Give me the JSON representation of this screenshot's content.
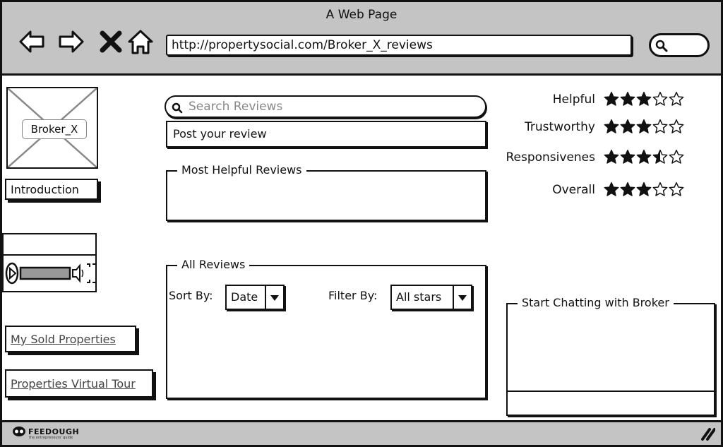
{
  "window": {
    "title": "A Web Page"
  },
  "browser": {
    "url": "http://propertysocial.com/Broker_X_reviews",
    "nav_icons": [
      "back-arrow-icon",
      "forward-arrow-icon",
      "close-x-icon",
      "home-icon"
    ]
  },
  "profile": {
    "image_label": "Broker_X",
    "introduction_label": "Introduction",
    "links": [
      {
        "label": "My Sold Properties"
      },
      {
        "label": "Properties Virtual Tour"
      }
    ]
  },
  "reviews": {
    "search_placeholder": "Search Reviews",
    "post_label": "Post your review",
    "most_helpful_title": "Most Helpful Reviews",
    "all_title": "All Reviews",
    "sort_label": "Sort By:",
    "sort_value": "Date",
    "filter_label": "Filter By:",
    "filter_value": "All stars"
  },
  "ratings": [
    {
      "label": "Helpful",
      "stars": 3,
      "max": 5
    },
    {
      "label": "Trustworthy",
      "stars": 3,
      "max": 5
    },
    {
      "label": "Responsivenes",
      "stars": 3.5,
      "max": 5
    },
    {
      "label": "Overall",
      "stars": 3,
      "max": 5
    }
  ],
  "chat": {
    "title": "Start Chatting with Broker"
  },
  "footer": {
    "brand": "FEEDOUGH",
    "tagline": "the entrepreneurs' guide"
  }
}
